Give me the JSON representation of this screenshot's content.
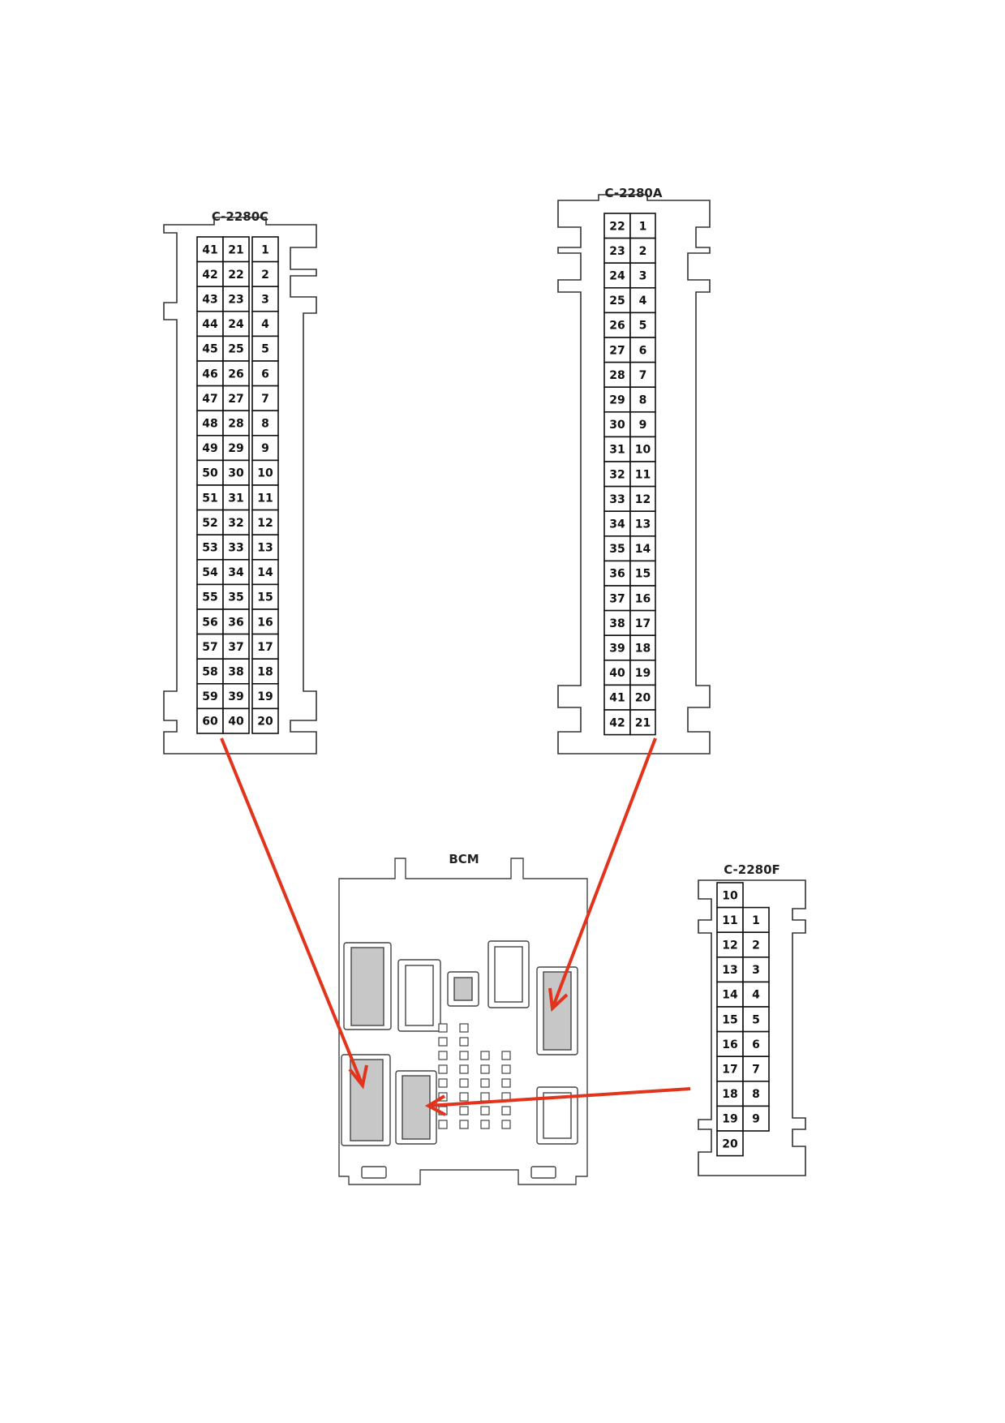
{
  "connectors": {
    "c2280c": {
      "label": "C-2280C",
      "col1": [
        "41",
        "42",
        "43",
        "44",
        "45",
        "46",
        "47",
        "48",
        "49",
        "50",
        "51",
        "52",
        "53",
        "54",
        "55",
        "56",
        "57",
        "58",
        "59",
        "60"
      ],
      "col2": [
        "21",
        "22",
        "23",
        "24",
        "25",
        "26",
        "27",
        "28",
        "29",
        "30",
        "31",
        "32",
        "33",
        "34",
        "35",
        "36",
        "37",
        "38",
        "39",
        "40"
      ],
      "col3": [
        "1",
        "2",
        "3",
        "4",
        "5",
        "6",
        "7",
        "8",
        "9",
        "10",
        "11",
        "12",
        "13",
        "14",
        "15",
        "16",
        "17",
        "18",
        "19",
        "20"
      ]
    },
    "c2280a": {
      "label": "C-2280A",
      "col1": [
        "22",
        "23",
        "24",
        "25",
        "26",
        "27",
        "28",
        "29",
        "30",
        "31",
        "32",
        "33",
        "34",
        "35",
        "36",
        "37",
        "38",
        "39",
        "40",
        "41",
        "42"
      ],
      "col2": [
        "1",
        "2",
        "3",
        "4",
        "5",
        "6",
        "7",
        "8",
        "9",
        "10",
        "11",
        "12",
        "13",
        "14",
        "15",
        "16",
        "17",
        "18",
        "19",
        "20",
        "21"
      ]
    },
    "c2280f": {
      "label": "C-2280F",
      "col1": [
        "10",
        "11",
        "12",
        "13",
        "14",
        "15",
        "16",
        "17",
        "18",
        "19",
        "20"
      ],
      "col2": [
        "1",
        "2",
        "3",
        "4",
        "5",
        "6",
        "7",
        "8",
        "9"
      ]
    }
  },
  "bcm": {
    "label": "BCM"
  },
  "colors": {
    "arrow": "#e2331c",
    "socket_fill": "#c7c7c7"
  }
}
